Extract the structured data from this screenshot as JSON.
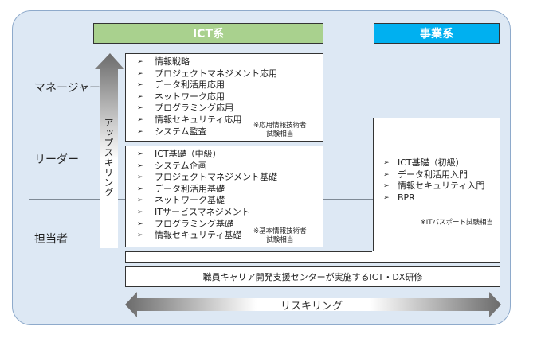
{
  "headers": {
    "ict": "ICT系",
    "business": "事業系"
  },
  "colors": {
    "frame_bg": "#dde8f4",
    "ict_header": "#a9d18e",
    "business_header": "#00b0f0"
  },
  "levels": [
    {
      "label": "マネージャー"
    },
    {
      "label": "リーダー"
    },
    {
      "label": "担当者"
    }
  ],
  "upskilling_label": "アップスキリング",
  "reskilling_label": "リスキリング",
  "manager_box": {
    "items": [
      "情報戦略",
      "プロジェクトマネジメント応用",
      "データ利活用応用",
      "ネットワーク応用",
      "プログラミング応用",
      "情報セキュリティ応用",
      "システム監査"
    ],
    "note_line1": "※応用情報技術者",
    "note_line2": "試験相当"
  },
  "leader_box": {
    "items": [
      "ICT基礎（中級）",
      "システム企画",
      "プロジェクトマネジメント基礎",
      "データ利活用基礎",
      "ネットワーク基礎",
      "ITサービスマネジメント",
      "プログラミング基礎",
      "情報セキュリティ基礎"
    ],
    "note_line1": "※基本情報技術者",
    "note_line2": "試験相当"
  },
  "business_box": {
    "items": [
      "ICT基礎（初級）",
      "データ利活用入門",
      "情報セキュリティ入門",
      "BPR"
    ],
    "note": "※ITパスポート試験相当"
  },
  "bullet": "➢",
  "training_bar": "職員キャリア開発支援センターが実施するICT・DX研修"
}
